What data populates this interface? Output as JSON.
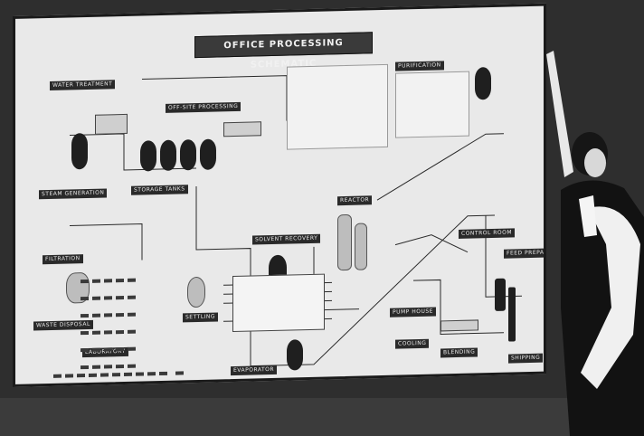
{
  "board": {
    "title": "OFFICE PROCESSING SCHEMATIC"
  },
  "labels": [
    "WATER TREATMENT",
    "STEAM GENERATION",
    "OFF-SITE PROCESSING",
    "PURIFICATION",
    "REACTOR",
    "SOLVENT RECOVERY",
    "STORAGE TANKS",
    "WASTE DISPOSAL",
    "LABORATORY",
    "CONTROL ROOM",
    "FEED PREPARATION",
    "COOLING",
    "BLENDING",
    "SHIPPING",
    "SETTLING",
    "FILTRATION",
    "EVAPORATOR",
    "PUMP HOUSE"
  ],
  "colors": {
    "board": "#e9e9e9",
    "ink": "#1f1f1f",
    "label_bg": "#2a2a2a",
    "background": "#2e2e2e"
  }
}
